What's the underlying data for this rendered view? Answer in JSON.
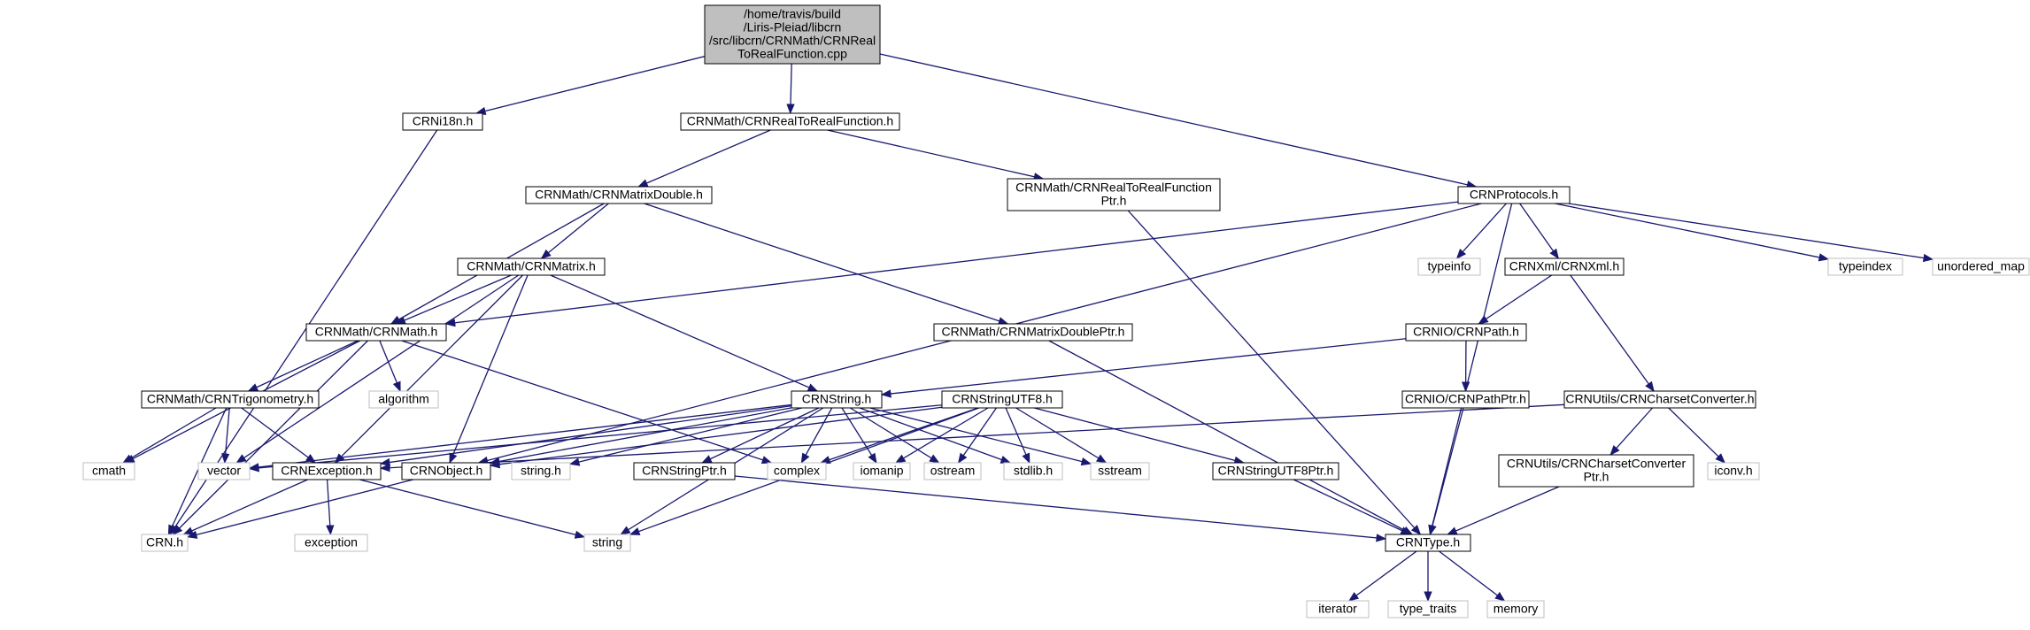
{
  "colors": {
    "edge": "#191970",
    "main_fill": "#bfbfbf",
    "main_border": "#000000",
    "project_border": "#000000",
    "system_border": "#bfbfbf",
    "system_text": "#7f7f7f"
  },
  "nodes": [
    {
      "id": "main",
      "kind": "main",
      "lines": [
        "/home/travis/build",
        "/Liris-Pleiad/libcrn",
        "/src/libcrn/CRNMath/CRNReal",
        "ToRealFunction.cpp"
      ]
    },
    {
      "id": "crni18n",
      "kind": "project",
      "lines": [
        "CRNi18n.h"
      ]
    },
    {
      "id": "realtoreal",
      "kind": "project",
      "lines": [
        "CRNMath/CRNRealToRealFunction.h"
      ]
    },
    {
      "id": "protocols",
      "kind": "project",
      "lines": [
        "CRNProtocols.h"
      ]
    },
    {
      "id": "matrixdouble",
      "kind": "project",
      "lines": [
        "CRNMath/CRNMatrixDouble.h"
      ]
    },
    {
      "id": "realtorealptr",
      "kind": "project",
      "lines": [
        "CRNMath/CRNRealToRealFunction",
        "Ptr.h"
      ]
    },
    {
      "id": "matrix",
      "kind": "project",
      "lines": [
        "CRNMath/CRNMatrix.h"
      ]
    },
    {
      "id": "typeinfo",
      "kind": "system",
      "lines": [
        "typeinfo"
      ]
    },
    {
      "id": "xml",
      "kind": "project",
      "lines": [
        "CRNXml/CRNXml.h"
      ]
    },
    {
      "id": "typeindex",
      "kind": "system",
      "lines": [
        "typeindex"
      ]
    },
    {
      "id": "unordered_map",
      "kind": "system",
      "lines": [
        "unordered_map"
      ]
    },
    {
      "id": "crnmath",
      "kind": "project",
      "lines": [
        "CRNMath/CRNMath.h"
      ]
    },
    {
      "id": "algorithm",
      "kind": "system",
      "lines": [
        "algorithm"
      ]
    },
    {
      "id": "matrixdoubleptr",
      "kind": "project",
      "lines": [
        "CRNMath/CRNMatrixDoublePtr.h"
      ]
    },
    {
      "id": "path",
      "kind": "project",
      "lines": [
        "CRNIO/CRNPath.h"
      ]
    },
    {
      "id": "trig",
      "kind": "project",
      "lines": [
        "CRNMath/CRNTrigonometry.h"
      ]
    },
    {
      "id": "string_h_crn",
      "kind": "project",
      "lines": [
        "CRNString.h"
      ]
    },
    {
      "id": "stringutf8",
      "kind": "project",
      "lines": [
        "CRNStringUTF8.h"
      ]
    },
    {
      "id": "pathptr",
      "kind": "project",
      "lines": [
        "CRNIO/CRNPathPtr.h"
      ]
    },
    {
      "id": "charset",
      "kind": "project",
      "lines": [
        "CRNUtils/CRNCharsetConverter.h"
      ]
    },
    {
      "id": "cmath",
      "kind": "system",
      "lines": [
        "cmath"
      ]
    },
    {
      "id": "vector",
      "kind": "system",
      "lines": [
        "vector"
      ]
    },
    {
      "id": "exception_h",
      "kind": "project",
      "lines": [
        "CRNException.h"
      ]
    },
    {
      "id": "object",
      "kind": "project",
      "lines": [
        "CRNObject.h"
      ]
    },
    {
      "id": "string_h",
      "kind": "system",
      "lines": [
        "string.h"
      ]
    },
    {
      "id": "stringptr",
      "kind": "project",
      "lines": [
        "CRNStringPtr.h"
      ]
    },
    {
      "id": "complex",
      "kind": "system",
      "lines": [
        "complex"
      ]
    },
    {
      "id": "iomanip",
      "kind": "system",
      "lines": [
        "iomanip"
      ]
    },
    {
      "id": "ostream",
      "kind": "system",
      "lines": [
        "ostream"
      ]
    },
    {
      "id": "stdlib",
      "kind": "system",
      "lines": [
        "stdlib.h"
      ]
    },
    {
      "id": "sstream",
      "kind": "system",
      "lines": [
        "sstream"
      ]
    },
    {
      "id": "stringutf8ptr",
      "kind": "project",
      "lines": [
        "CRNStringUTF8Ptr.h"
      ]
    },
    {
      "id": "charsetptr",
      "kind": "project",
      "lines": [
        "CRNUtils/CRNCharsetConverter",
        "Ptr.h"
      ]
    },
    {
      "id": "iconv",
      "kind": "system",
      "lines": [
        "iconv.h"
      ]
    },
    {
      "id": "crn_h",
      "kind": "system",
      "lines": [
        "CRN.h"
      ]
    },
    {
      "id": "exception",
      "kind": "system",
      "lines": [
        "exception"
      ]
    },
    {
      "id": "string",
      "kind": "system",
      "lines": [
        "string"
      ]
    },
    {
      "id": "crntype",
      "kind": "project",
      "lines": [
        "CRNType.h"
      ]
    },
    {
      "id": "iterator",
      "kind": "system",
      "lines": [
        "iterator"
      ]
    },
    {
      "id": "type_traits",
      "kind": "system",
      "lines": [
        "type_traits"
      ]
    },
    {
      "id": "memory",
      "kind": "system",
      "lines": [
        "memory"
      ]
    }
  ],
  "edges": [
    [
      "main",
      "crni18n"
    ],
    [
      "main",
      "realtoreal"
    ],
    [
      "main",
      "protocols"
    ],
    [
      "crni18n",
      "crn_h"
    ],
    [
      "realtoreal",
      "matrixdouble"
    ],
    [
      "realtoreal",
      "realtorealptr"
    ],
    [
      "matrixdouble",
      "crnmath"
    ],
    [
      "matrixdouble",
      "matrix"
    ],
    [
      "matrixdouble",
      "matrixdoubleptr"
    ],
    [
      "realtorealptr",
      "crntype"
    ],
    [
      "protocols",
      "crnmath"
    ],
    [
      "protocols",
      "object"
    ],
    [
      "protocols",
      "typeinfo"
    ],
    [
      "protocols",
      "xml"
    ],
    [
      "protocols",
      "typeindex"
    ],
    [
      "protocols",
      "unordered_map"
    ],
    [
      "protocols",
      "crntype"
    ],
    [
      "matrix",
      "crnmath"
    ],
    [
      "matrix",
      "vector"
    ],
    [
      "matrix",
      "exception_h"
    ],
    [
      "matrix",
      "object"
    ],
    [
      "matrix",
      "string_h_crn"
    ],
    [
      "crnmath",
      "crn_h"
    ],
    [
      "crnmath",
      "cmath"
    ],
    [
      "crnmath",
      "algorithm"
    ],
    [
      "crnmath",
      "trig"
    ],
    [
      "crnmath",
      "complex"
    ],
    [
      "trig",
      "cmath"
    ],
    [
      "trig",
      "vector"
    ],
    [
      "trig",
      "crn_h"
    ],
    [
      "trig",
      "exception_h"
    ],
    [
      "matrixdoubleptr",
      "crntype"
    ],
    [
      "xml",
      "path"
    ],
    [
      "xml",
      "charset"
    ],
    [
      "path",
      "string_h_crn"
    ],
    [
      "path",
      "pathptr"
    ],
    [
      "pathptr",
      "crntype"
    ],
    [
      "charset",
      "exception_h"
    ],
    [
      "charset",
      "charsetptr"
    ],
    [
      "charset",
      "iconv"
    ],
    [
      "charsetptr",
      "crntype"
    ],
    [
      "string_h_crn",
      "vector"
    ],
    [
      "string_h_crn",
      "exception_h"
    ],
    [
      "string_h_crn",
      "object"
    ],
    [
      "string_h_crn",
      "string_h"
    ],
    [
      "string_h_crn",
      "string"
    ],
    [
      "string_h_crn",
      "stringptr"
    ],
    [
      "string_h_crn",
      "complex"
    ],
    [
      "string_h_crn",
      "iomanip"
    ],
    [
      "string_h_crn",
      "ostream"
    ],
    [
      "string_h_crn",
      "stdlib"
    ],
    [
      "string_h_crn",
      "sstream"
    ],
    [
      "stringutf8",
      "vector"
    ],
    [
      "stringutf8",
      "object"
    ],
    [
      "stringutf8",
      "complex"
    ],
    [
      "stringutf8",
      "iomanip"
    ],
    [
      "stringutf8",
      "ostream"
    ],
    [
      "stringutf8",
      "stdlib"
    ],
    [
      "stringutf8",
      "sstream"
    ],
    [
      "stringutf8",
      "string"
    ],
    [
      "stringutf8",
      "stringutf8ptr"
    ],
    [
      "stringptr",
      "crntype"
    ],
    [
      "stringutf8ptr",
      "crntype"
    ],
    [
      "exception_h",
      "crn_h"
    ],
    [
      "exception_h",
      "exception"
    ],
    [
      "exception_h",
      "string"
    ],
    [
      "object",
      "crn_h"
    ],
    [
      "crntype",
      "iterator"
    ],
    [
      "crntype",
      "type_traits"
    ],
    [
      "crntype",
      "memory"
    ]
  ]
}
